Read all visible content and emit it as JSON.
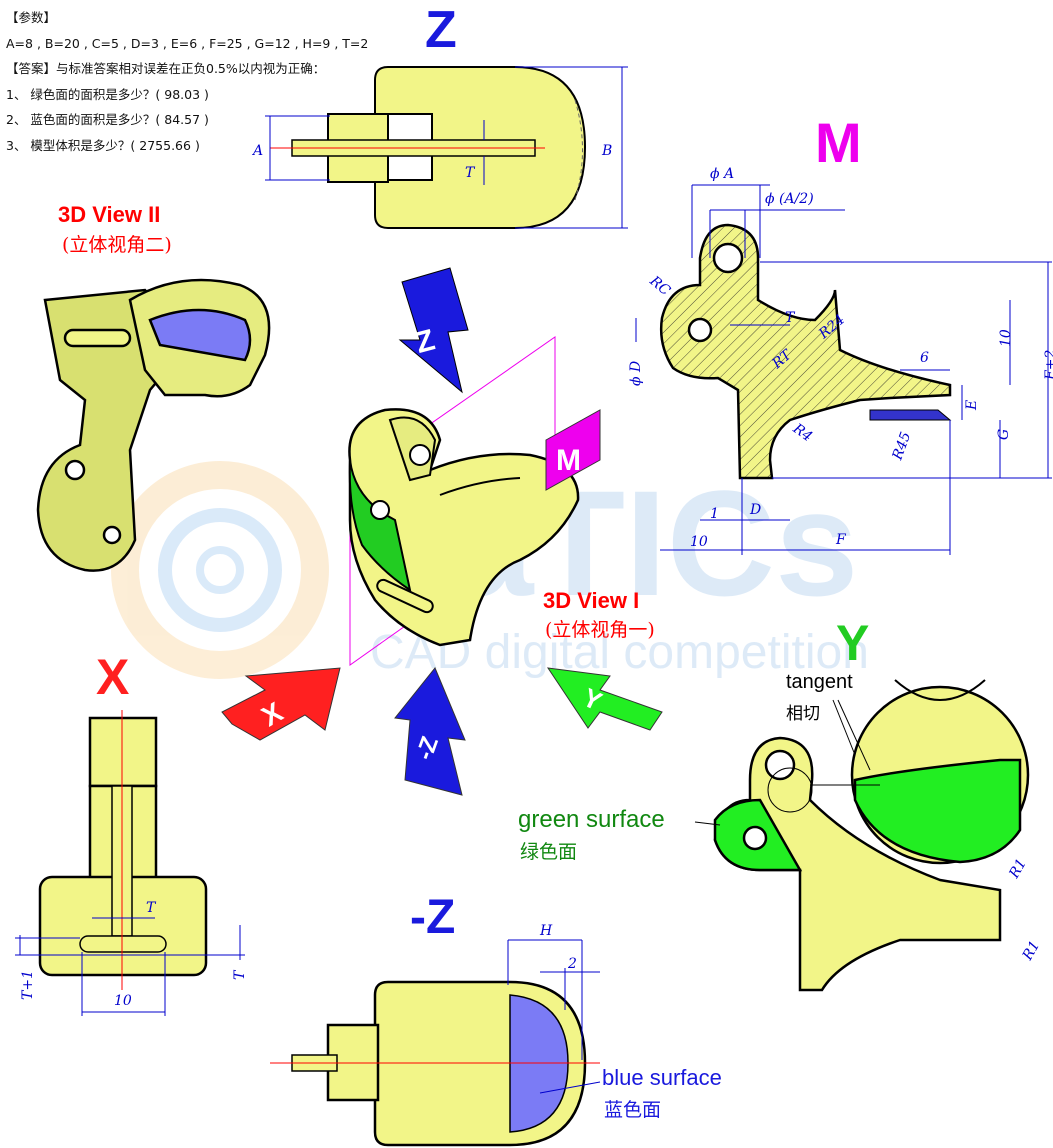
{
  "params": {
    "header": "【参数】",
    "values": "A=8 , B=20 , C=5 , D=3 , E=6 , F=25 , G=12 , H=9 , T=2",
    "answer_header": "【答案】与标准答案相对误差在正负0.5%以内视为正确：",
    "q1": "1、 绿色面的面积是多少？(  98.03    )",
    "q2": "2、 蓝色面的面积是多少？(   84.57   )",
    "q3": "3、 模型体积是多少？( 2755.66  )"
  },
  "views": {
    "z": "Z",
    "m": "M",
    "x": "X",
    "y": "Y",
    "neg_z": "-Z",
    "view2_en": "3D View II",
    "view2_zh": "(立体视角二)",
    "view1_en": "3D View I",
    "view1_zh": "(立体视角一)"
  },
  "arrows": {
    "z": "Z",
    "m": "M",
    "x": "X",
    "y": "Y",
    "neg_z": "-Z"
  },
  "annotations": {
    "tangent_en": "tangent",
    "tangent_zh": "相切",
    "green_en": "green surface",
    "green_zh": "绿色面",
    "blue_en": "blue surface",
    "blue_zh": "蓝色面"
  },
  "watermark": {
    "big": "aTICs",
    "small": "CAD digital competition"
  },
  "dims": {
    "A": "A",
    "B": "B",
    "T": "T",
    "phiA": "ϕ A",
    "phiA2": "ϕ (A/2)",
    "RC": "RC",
    "R24": "R24",
    "RT": "RT",
    "phiD": "ϕ D",
    "six": "6",
    "ten": "10",
    "Fp2": "F+2",
    "E": "E",
    "G": "G",
    "R4": "R4",
    "R45": "R45",
    "one": "1",
    "D": "D",
    "F": "F",
    "H": "H",
    "two": "2",
    "Tp1": "T+1",
    "R1": "R1"
  },
  "colors": {
    "part": "#f2f588",
    "green": "#22ee22",
    "blue": "#7b7bf5",
    "dim": "#0000cc",
    "red": "#ff0000",
    "magenta": "#ff00ff",
    "view_blue": "#1a1add"
  }
}
